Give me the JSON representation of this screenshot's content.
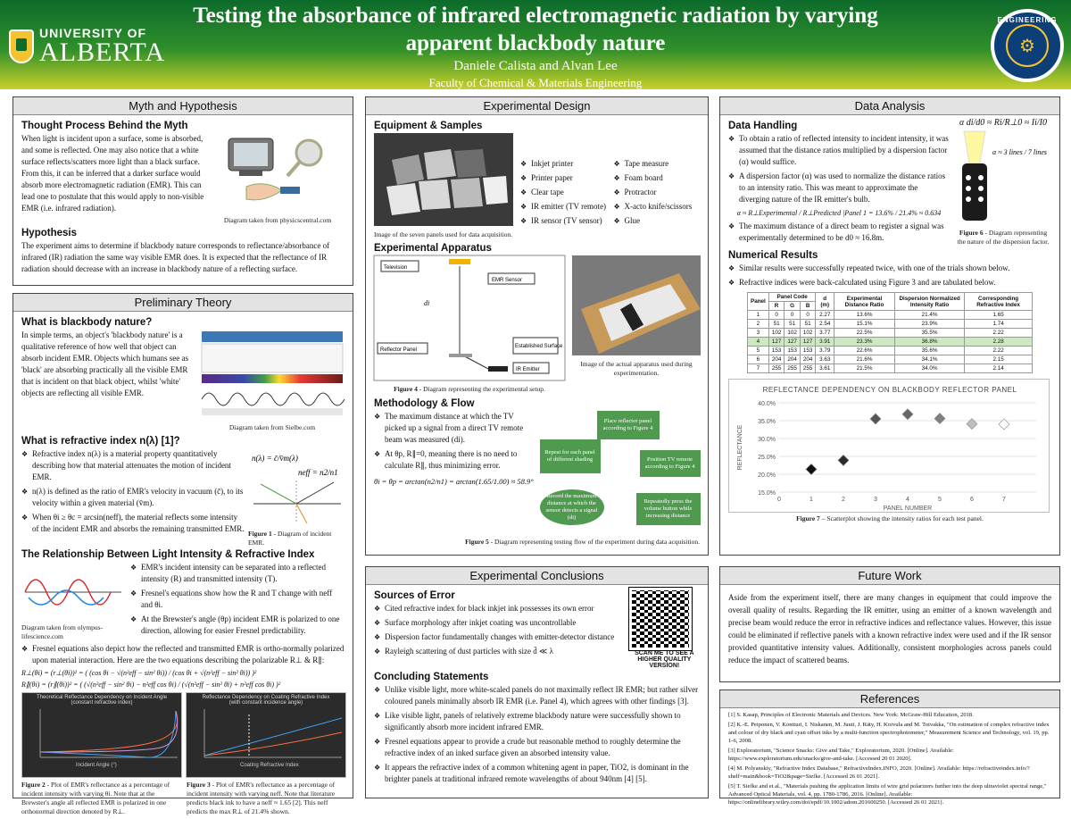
{
  "header": {
    "logo_line1": "UNIVERSITY OF",
    "logo_line2": "ALBERTA",
    "title": "Testing the absorbance of infrared electromagnetic radiation by varying apparent blackbody nature",
    "authors": "Daniele Calista and Alvan Lee",
    "faculty": "Faculty of Chemical & Materials Engineering",
    "seal_text": "ENGINEERING"
  },
  "myth": {
    "title": "Myth and Hypothesis",
    "h_thought": "Thought Process Behind the Myth",
    "thought": "When light is incident upon a surface, some is absorbed, and some is reflected. One may also notice that a white surface reflects/scatters more light than a black surface. From this, it can be inferred that a darker surface would absorb more electromagnetic radiation (EMR). This can lead one to postulate that this would apply to non-visible EMR (i.e. infrared radiation).",
    "img_caption": "Diagram taken from physicscentral.com",
    "h_hyp": "Hypothesis",
    "hyp": "The experiment aims to determine if blackbody nature corresponds to reflectance/absorbance of infrared (IR) radiation the same way visible EMR does. It is expected that the reflectance of IR radiation should decrease with an increase in blackbody nature of a reflecting surface."
  },
  "theory": {
    "title": "Preliminary Theory",
    "h_bb": "What is blackbody nature?",
    "bb": "In simple terms, an object's 'blackbody nature' is a qualitative reference of how well that object can absorb incident EMR. Objects which humans see as 'black' are absorbing practically all the visible EMR that is incident on that black object, whilst 'white' objects are reflecting all visible EMR.",
    "spectrum_caption": "Diagram taken from Sielbe.com",
    "h_ri": "What is refractive index n(λ) [1]?",
    "ri_bullets": [
      "Refractive index n(λ) is a material property quantitatively describing how that material attenuates the motion of incident EMR.",
      "n(λ) is defined as the ratio of EMR's velocity in vacuum (c̄), to its velocity within a given material (v̄m).",
      "When θi ≥ θc = arcsin(neff), the material reflects some intensity of the incident EMR and absorbs the remaining transmitted EMR."
    ],
    "fig1_label": "Figure 1",
    "fig1_caption": " - Diagram of incident EMR.",
    "h_rel": "The Relationship Between Light Intensity & Refractive Index",
    "rel_bullets": [
      "EMR's incident intensity can be separated into a reflected intensity (R) and transmitted intensity (T).",
      "Fresnel's equations show how the R and T change with neff and θi.",
      "At the Brewster's angle (θp) incident EMR is polarized to one direction, allowing for easier Fresnel predictability."
    ],
    "wave_caption": "Diagram taken from olympus-lifescience.com",
    "fresnel": "Fresnel equations also depict how the reflected and transmitted EMR is ortho-normally polarized upon material interaction. Here are the two equations describing the polarizable R⊥ & R∥:",
    "fig2_label": "Figure 2",
    "fig2_caption": " - Plot of EMR's reflectance as a percentage of incident intensity with varying θi. Note that at the Brewster's angle all reflected EMR is polarized in one orthonormal direction denoted by R⊥.",
    "fig3_label": "Figure 3",
    "fig3_caption": " - Plot of EMR's reflectance as a percentage of incident intensity with varying neff. Note that literature predicts black ink to have a neff ≈ 1.65 [2]. This neff predicts the max R⊥ of 21.4% shown.",
    "chart2_title": "Theoretical Reflectance Dependency on Incident Angle",
    "chart2_sub": "(constant refractive index)",
    "chart2_xlabel": "Incident Angle (°)",
    "chart3_title": "Reflectance Dependency on Coating Refractive Index",
    "chart3_sub": "(with constant incidence angle)",
    "chart3_xlabel": "Coating Refractive Index"
  },
  "design": {
    "title": "Experimental Design",
    "h_equip": "Equipment & Samples",
    "equip_left": [
      "Inkjet printer",
      "Printer paper",
      "Clear tape",
      "IR emitter (TV remote)",
      "IR sensor (TV sensor)"
    ],
    "equip_right": [
      "Tape measure",
      "Foam board",
      "Protractor",
      "X-acto knife/scissors",
      "Glue"
    ],
    "panels_caption": "Image of the seven panels used for data acquisition.",
    "h_app": "Experimental Apparatus",
    "app_labels": {
      "tv": "Television",
      "sensor": "EMR Sensor",
      "reflector": "Reflector Panel",
      "shade": "Established Surface",
      "emitter": "IR Emitter",
      "di": "di"
    },
    "fig4_label": "Figure 4",
    "fig4_caption": " - Diagram representing the experimental setup.",
    "photo_caption": "Image of the actual apparatus used during experimentation.",
    "h_method": "Methodology & Flow",
    "method_bullets": [
      "The maximum distance at which the TV picked up a signal from a direct TV remote beam was measured (di).",
      "At θp, R∥=0, meaning there is no need to calculate R∥, thus minimizing error."
    ],
    "method_eq": "θi = θp = arctan(n2/n1) = arctan(1.65/1.00) ≈ 58.9°",
    "flow": [
      "Place reflector panel according to Figure 4",
      "Position TV remote according to Figure 4",
      "Repeatedly press the volume button while increasing distance",
      "Record the maximum distance at which the sensor detects a signal (di)",
      "Repeat for each panel of different shading"
    ],
    "fig5_label": "Figure 5",
    "fig5_caption": " - Diagram representing testing flow of the experiment during data acquisition."
  },
  "analysis": {
    "title": "Data Analysis",
    "h_handling": "Data Handling",
    "handling_bullets": [
      "To obtain a ratio of reflected intensity to incident intensity, it was assumed that the distance ratios multiplied by a dispersion factor (α) would suffice.",
      "A dispersion factor (α) was used to normalize the distance ratios to an intensity ratio. This was meant to approximate the diverging nature of the IR emitter's bulb."
    ],
    "alpha_eq": "α ≈ R⊥Experimental / R⊥Predicted |Panel 1 = 13.6% / 21.4% ≈ 0.634",
    "handling_bullet3": "The maximum distance of a direct beam to register a signal was experimentally determined to be d0 ≈ 16.8m.",
    "top_eq": "α di/d0 ≈ Ri/R⊥0 ≈ Ii/I0",
    "lines_eq": "α ≈ 3 lines / 7 lines",
    "fig6_label": "Figure 6",
    "fig6_caption": " - Diagram representing the nature of the dispersion factor.",
    "h_num": "Numerical Results",
    "num_bullets": [
      "Similar results were successfully repeated twice, with one of the trials shown below.",
      "Refractive indices were back-calculated using Figure 3 and are tabulated below."
    ],
    "table": {
      "col_heads": [
        "Panel",
        "Panel Code",
        "d (m)",
        "Experimental Distance Ratio",
        "Dispersion Normalized Intensity Ratio",
        "Corresponding Refractive Index"
      ],
      "rgb_heads": [
        "R",
        "G",
        "B"
      ],
      "rows": [
        [
          "1",
          "0",
          "0",
          "0",
          "2.27",
          "13.6%",
          "21.4%",
          "1.65"
        ],
        [
          "2",
          "51",
          "51",
          "51",
          "2.54",
          "15.1%",
          "23.9%",
          "1.74"
        ],
        [
          "3",
          "102",
          "102",
          "102",
          "3.77",
          "22.5%",
          "35.5%",
          "2.22"
        ],
        [
          "4",
          "127",
          "127",
          "127",
          "3.91",
          "23.3%",
          "36.8%",
          "2.28"
        ],
        [
          "5",
          "153",
          "153",
          "153",
          "3.79",
          "22.6%",
          "35.6%",
          "2.22"
        ],
        [
          "6",
          "204",
          "204",
          "204",
          "3.63",
          "21.6%",
          "34.1%",
          "2.15"
        ],
        [
          "7",
          "255",
          "255",
          "255",
          "3.61",
          "21.5%",
          "34.0%",
          "2.14"
        ]
      ]
    },
    "fig7_label": "Figure 7",
    "fig7_caption": " – Scatterplot showing the intensity ratios for each test panel."
  },
  "chart_data": {
    "type": "scatter",
    "title": "REFLECTANCE DEPENDENCY ON BLACKBODY REFLECTOR PANEL",
    "xlabel": "PANEL NUMBER",
    "ylabel": "REFLECTANCE",
    "xlim": [
      0,
      8
    ],
    "ylim": [
      0.15,
      0.4
    ],
    "x_ticks": [
      "0",
      "1",
      "2",
      "3",
      "4",
      "5",
      "6",
      "7"
    ],
    "y_ticks": [
      "15.0%",
      "20.0%",
      "25.0%",
      "30.0%",
      "35.0%",
      "40.0%"
    ],
    "x": [
      1,
      2,
      3,
      4,
      5,
      6,
      7
    ],
    "y": [
      0.214,
      0.239,
      0.355,
      0.368,
      0.356,
      0.341,
      0.34
    ],
    "marker_colors": [
      "#111111",
      "#2b2b2b",
      "#555555",
      "#666666",
      "#808080",
      "#bdbdbd",
      "#ffffff"
    ]
  },
  "conclusions": {
    "title": "Experimental Conclusions",
    "h_err": "Sources of Error",
    "err_bullets": [
      "Cited refractive index for black inkjet ink possesses its own error",
      "Surface morphology after inkjet coating was uncontrollable",
      "Dispersion factor fundamentally changes with emitter-detector distance",
      "Rayleigh scattering of dust particles with size d̄ ≪ λ"
    ],
    "qr_caption": "SCAN ME TO SEE A HIGHER QUALITY VERSION!",
    "h_conc": "Concluding Statements",
    "conc_bullets": [
      "Unlike visible light, more white-scaled panels do not maximally reflect IR EMR; but rather silver coloured panels minimally absorb IR EMR (i.e. Panel 4), which agrees with other findings [3].",
      "Like visible light, panels of relatively extreme blackbody nature were successfully shown to significantly absorb more incident infrared EMR.",
      "Fresnel equations appear to provide a crude but reasonable method to roughly determine the refractive index of an inked surface given an absorbed intensity value.",
      "It appears the refractive index of a common whitening agent in paper, TiO2, is dominant in the brighter panels at traditional infrared remote wavelengths of about 940nm [4] [5]."
    ]
  },
  "future": {
    "title": "Future Work",
    "text": "Aside from the experiment itself, there are many changes in equipment that could improve the overall quality of results. Regarding the IR emitter, using an emitter of a known wavelength and precise beam would reduce the error in refractive indices and reflectance values. However, this issue could be eliminated if reflective panels with a known refractive index were used and if the IR sensor provided quantitative intensity values. Additionally, consistent morphologies across panels could reduce the impact of scattered beams."
  },
  "references": {
    "title": "References",
    "items": [
      "[1] S. Kasap, Principles of Electronic Materials and Devices. New York: McGraw-Hill Education, 2018.",
      "[2] K.-E. Peiponen, V. Kontturi, I. Niskanen, M. Juuti, J. Räty, H. Koivula and M. Toivakka, \"On estimation of complex refractive index and colour of dry black and cyan offset inks by a multi-function spectrophotometer,\" Measurement Science and Technology, vol. 19, pp. 1-6, 2008.",
      "[3] Exploratorium, \"Science Snacks: Give and Take,\" Exploratorium, 2020. [Online]. Available: https://www.exploratorium.edu/snacks/give-and-take. [Accessed 20 01 2020].",
      "[4] M. Polyanskiy, \"Refractive Index Database,\" RefractiveIndex.INFO, 2020. [Online]. Available: https://refractiveindex.info/?shelf=main&book=TiO2&page=Siefke. [Accessed 26 01 2021].",
      "[5] T. Siefke and et al., \"Materials pushing the application limits of wire grid polarizers further into the deep ultraviolet spectral range,\" Advanced Optical Materials, vol. 4, pp. 1780-1786, 2016. [Online]. Available: https://onlinelibrary.wiley.com/doi/epdf/10.1002/adom.201600250. [Accessed 26 01 2021]."
    ]
  }
}
